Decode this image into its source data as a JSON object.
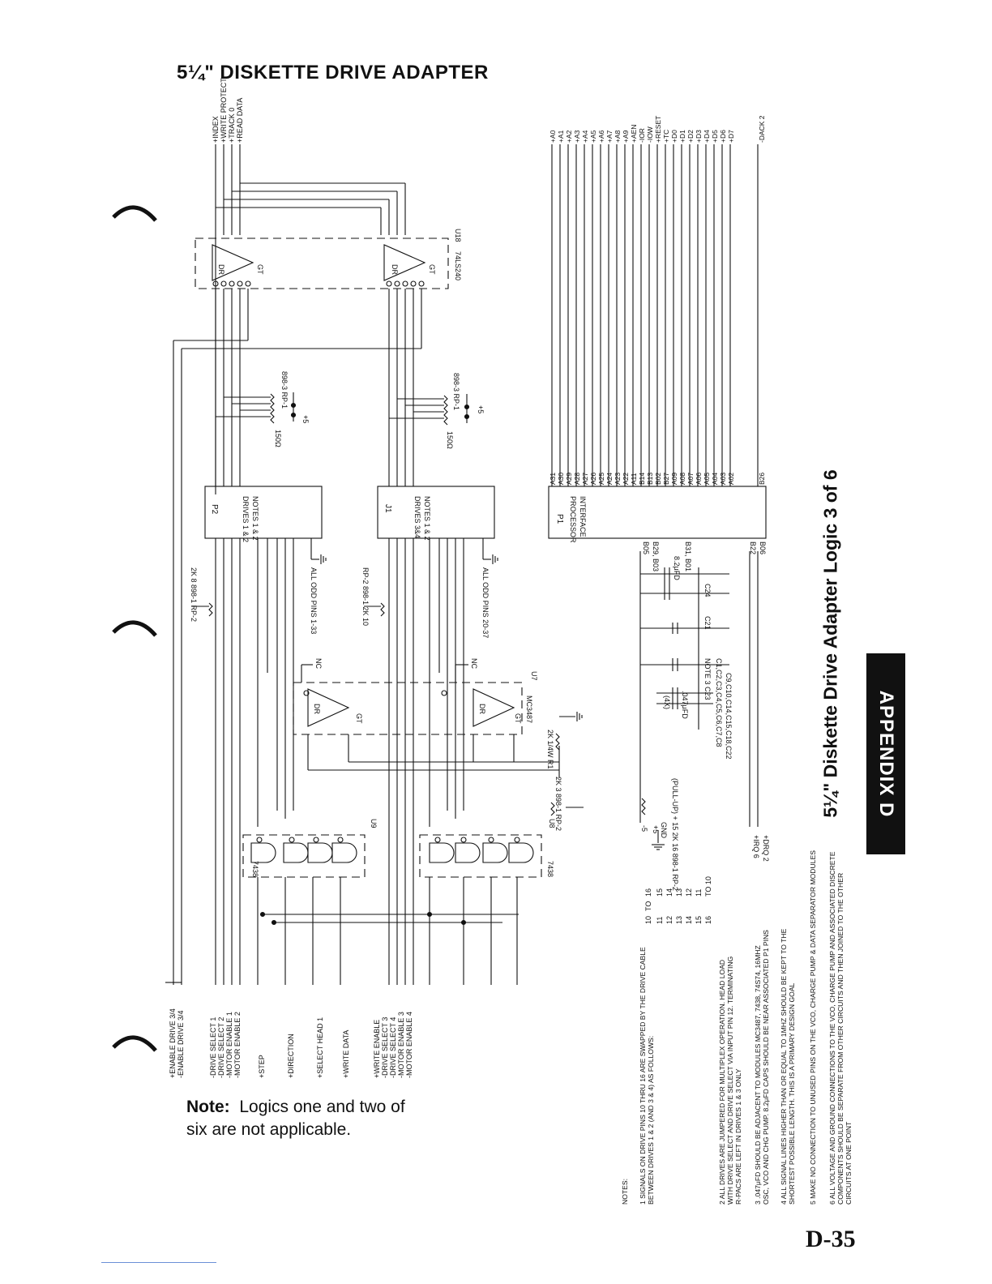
{
  "title": "5¼\" DISKETTE DRIVE ADAPTER",
  "side_title": "5¼\" Diskette Drive Adapter Logic 3 of 6",
  "appendix_tab": "APPENDIX D",
  "page_number": "D-35",
  "note": {
    "label": "Note:",
    "line1": "Logics one and two of",
    "line2": "six are not applicable."
  },
  "top_signals": [
    "+INDEX",
    "+WRITE PROTECT",
    "+TRACK 0",
    "+READ DATA"
  ],
  "right_signals": [
    "+A0",
    "+A1",
    "+A2",
    "+A3",
    "+A4",
    "+A5",
    "+A6",
    "+A7",
    "+A8",
    "+A9",
    "+AEN",
    "-IOR",
    "-IOW",
    "+RESET",
    "+TC",
    "+D0",
    "+D1",
    "+D2",
    "+D3",
    "+D4",
    "+D5",
    "+D6",
    "+D7",
    "-DACK 2"
  ],
  "p1_pins": [
    "A31",
    "A30",
    "A29",
    "A28",
    "A27",
    "A26",
    "A25",
    "A24",
    "A23",
    "A22",
    "A11",
    "B14",
    "B13",
    "B02",
    "B27",
    "A09",
    "A08",
    "A07",
    "A06",
    "A05",
    "A04",
    "A03",
    "A02",
    "B26"
  ],
  "left_signals": [
    [
      "+ENABLE DRIVE 3/4",
      "-ENABLE DRIVE 3/4"
    ],
    [
      "-DRIVE SELECT 1",
      "-DRIVE SELECT 2",
      "-MOTOR ENABLE 1",
      "-MOTOR ENABLE 2"
    ],
    [
      "+STEP"
    ],
    [
      "+DIRECTION"
    ],
    [
      "+SELECT HEAD 1"
    ],
    [
      "+WRITE DATA"
    ],
    [
      "+WRITE ENABLE",
      "-DRIVE SELECT 3",
      "-DRIVE SELECT 4",
      "-MOTOR ENABLE 3",
      "-MOTOR ENABLE 4"
    ]
  ],
  "chips": {
    "u18": "U18",
    "ls240": "74LS240",
    "u7": "U7",
    "mc3487": "MC3487",
    "u9": "U9",
    "u8": "U8",
    "g7438": "7438",
    "dr": "DR",
    "gt": "GT",
    "nc": "NC"
  },
  "connectors": {
    "p2": "P2",
    "p2_sub1": "DRIVES 1 & 2",
    "p2_sub2": "NOTES 1 & 2",
    "j1": "J1",
    "j1_sub1": "DRIVES 3&4",
    "j1_sub2": "NOTES 1 & 2",
    "p1": "P1",
    "p1_sub1": "PROCESSOR",
    "p1_sub2": "INTERFACE",
    "odd1": "ALL ODD PINS 1-33",
    "odd2": "ALL ODD PINS 20-37"
  },
  "resistors": {
    "rp1": "898-3 RP-1",
    "ohm150": "150Ω",
    "rp2_top": "2K 8 898-1 RP-2",
    "rp2_mid": "RP-2 898-1 2K 10",
    "rp2_bot": "2K 3 898-1 RP-2",
    "r1": "2K 1/4W R1",
    "pullup": "(PULL-UP) + 15 2K 16 898-1 RP-2"
  },
  "caps": {
    "c1": "8.2μFD",
    "c24": "C24",
    "c21": "C21",
    "c047": ".047μFD",
    "x4": "(4X)",
    "note3": "NOTE 3 C23",
    "list1": "C1,C2,C3,C4,C5,C6,C7,C8",
    "list2": "C9,C10,C14,C15,C18,C22",
    "b05": "B05",
    "b29": "B29, B03",
    "b31": "B31, B01",
    "b22": "B22",
    "b06": "B06"
  },
  "power": {
    "plus5": "+5",
    "minus5": "-5",
    "gnd": "GND",
    "irq6": "+IRQ 6",
    "drq2": "+DRQ 2"
  },
  "swap_table": {
    "header": [
      "10",
      "TO",
      "16"
    ],
    "rows": [
      [
        "11",
        "15"
      ],
      [
        "12",
        "14"
      ],
      [
        "13",
        "13"
      ],
      [
        "14",
        "12"
      ],
      [
        "15",
        "11"
      ],
      [
        "16",
        "TO 10"
      ]
    ]
  },
  "notes_heading": "NOTES:",
  "notes": [
    "1  SIGNALS ON DRIVE PINS 10 THRU 16 ARE SWAPPED BY THE DRIVE CABLE",
    "   BETWEEN DRIVES 1 & 2 (AND 3 & 4) AS FOLLOWS:",
    "2  ALL DRIVES ARE JUMPERED FOR MULTIPLEX OPERATION. HEAD LOAD",
    "   WITH DRIVE SELECT AND DRIVE SELECT VIA INPUT PIN 12. TERMINATING",
    "   R-PACS ARE LEFT IN DRIVES 1 & 3 ONLY",
    "3  .047μFD SHOULD BE ADJACENT TO MODULES MC3487, 7438, 74S74, 16MHZ",
    "   OSC, VCO AND CHG PUMP. 8.2μFD CAPS SHOULD BE NEAR ASSOCIATED P1 PINS",
    "4  ALL SIGNAL LINES HIGHER THAN OR EQUAL TO 1MHZ SHOULD BE KEPT TO THE",
    "   SHORTEST POSSIBLE LENGTH. THIS IS A PRIMARY DESIGN GOAL",
    "5  MAKE NO CONNECTION TO UNUSED PINS ON THE VCO, CHARGE PUMP & DATA SEPARATOR MODULES",
    "6  ALL VOLTAGE AND GROUND CONNECTIONS TO THE VCO, CHARGE PUMP AND ASSOCIATED DISCRETE",
    "   COMPONENTS SHOULD BE SEPARATE FROM OTHER CIRCUITS AND THEN JOINED TO THE OTHER",
    "   CIRCUITS AT ONE POINT"
  ]
}
